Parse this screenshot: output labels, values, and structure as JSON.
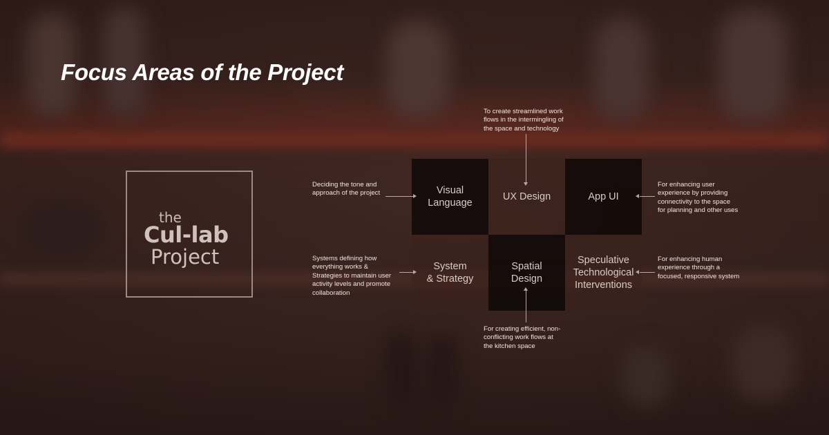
{
  "title": "Focus Areas of the Project",
  "logo": {
    "the": "the",
    "name": "Cul-lab",
    "suffix": "Project"
  },
  "grid": {
    "cells": [
      {
        "line1": "Visual",
        "line2": "Language",
        "line3": ""
      },
      {
        "line1": "UX Design",
        "line2": "",
        "line3": ""
      },
      {
        "line1": "App UI",
        "line2": "",
        "line3": ""
      },
      {
        "line1": "System",
        "line2": "& Strategy",
        "line3": ""
      },
      {
        "line1": "Spatial",
        "line2": "Design",
        "line3": ""
      },
      {
        "line1": "Speculative",
        "line2": "Technological",
        "line3": "Interventions"
      }
    ]
  },
  "notes": {
    "top": [
      "To create streamlined work",
      "flows in the intermingling of",
      "the space and technology"
    ],
    "left_top": [
      "Deciding the tone and",
      "approach of the project"
    ],
    "right_top": [
      "For enhancing user",
      "experience by providing",
      "connectivity to the space",
      "for planning and other uses"
    ],
    "left_bottom": [
      "Systems defining how",
      "everything works &",
      "Strategies to maintain user",
      "activity levels and promote",
      "collaboration"
    ],
    "right_bottom": [
      "For enhancing human",
      "experience through a",
      "focused, responsive system"
    ],
    "bottom": [
      "For creating efficient, non-",
      "conflicting work flows at",
      "the kitchen space"
    ]
  },
  "colors": {
    "background": "#3c2622",
    "dark_cell": "#100908",
    "text": "#d9ccc6",
    "title": "#ffffff"
  }
}
